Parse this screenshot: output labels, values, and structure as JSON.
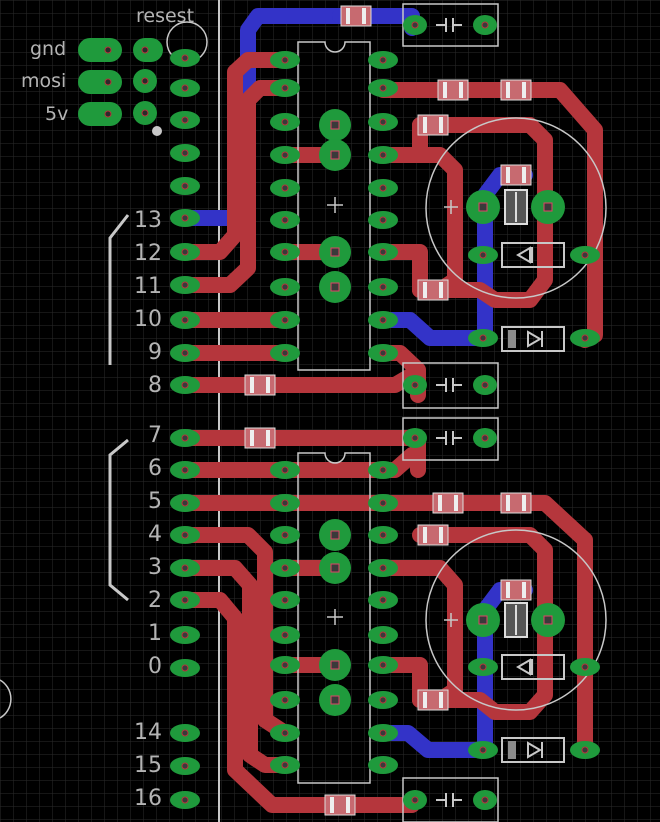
{
  "header_labels": {
    "reset": "resest",
    "gnd": "gnd",
    "mosi": "mosi",
    "vcc": "5v"
  },
  "pin_labels": [
    "13",
    "12",
    "11",
    "10",
    "9",
    "8",
    "7",
    "6",
    "5",
    "4",
    "3",
    "2",
    "1",
    "0",
    "14",
    "15",
    "16"
  ],
  "colors": {
    "background": "#000000",
    "grid": "#2b2b2b",
    "top_copper": "#b5363c",
    "bottom_copper": "#3333c8",
    "pad": "#1f9a3c",
    "silkscreen": "#c8c8c8",
    "text": "#b4b4b4"
  }
}
